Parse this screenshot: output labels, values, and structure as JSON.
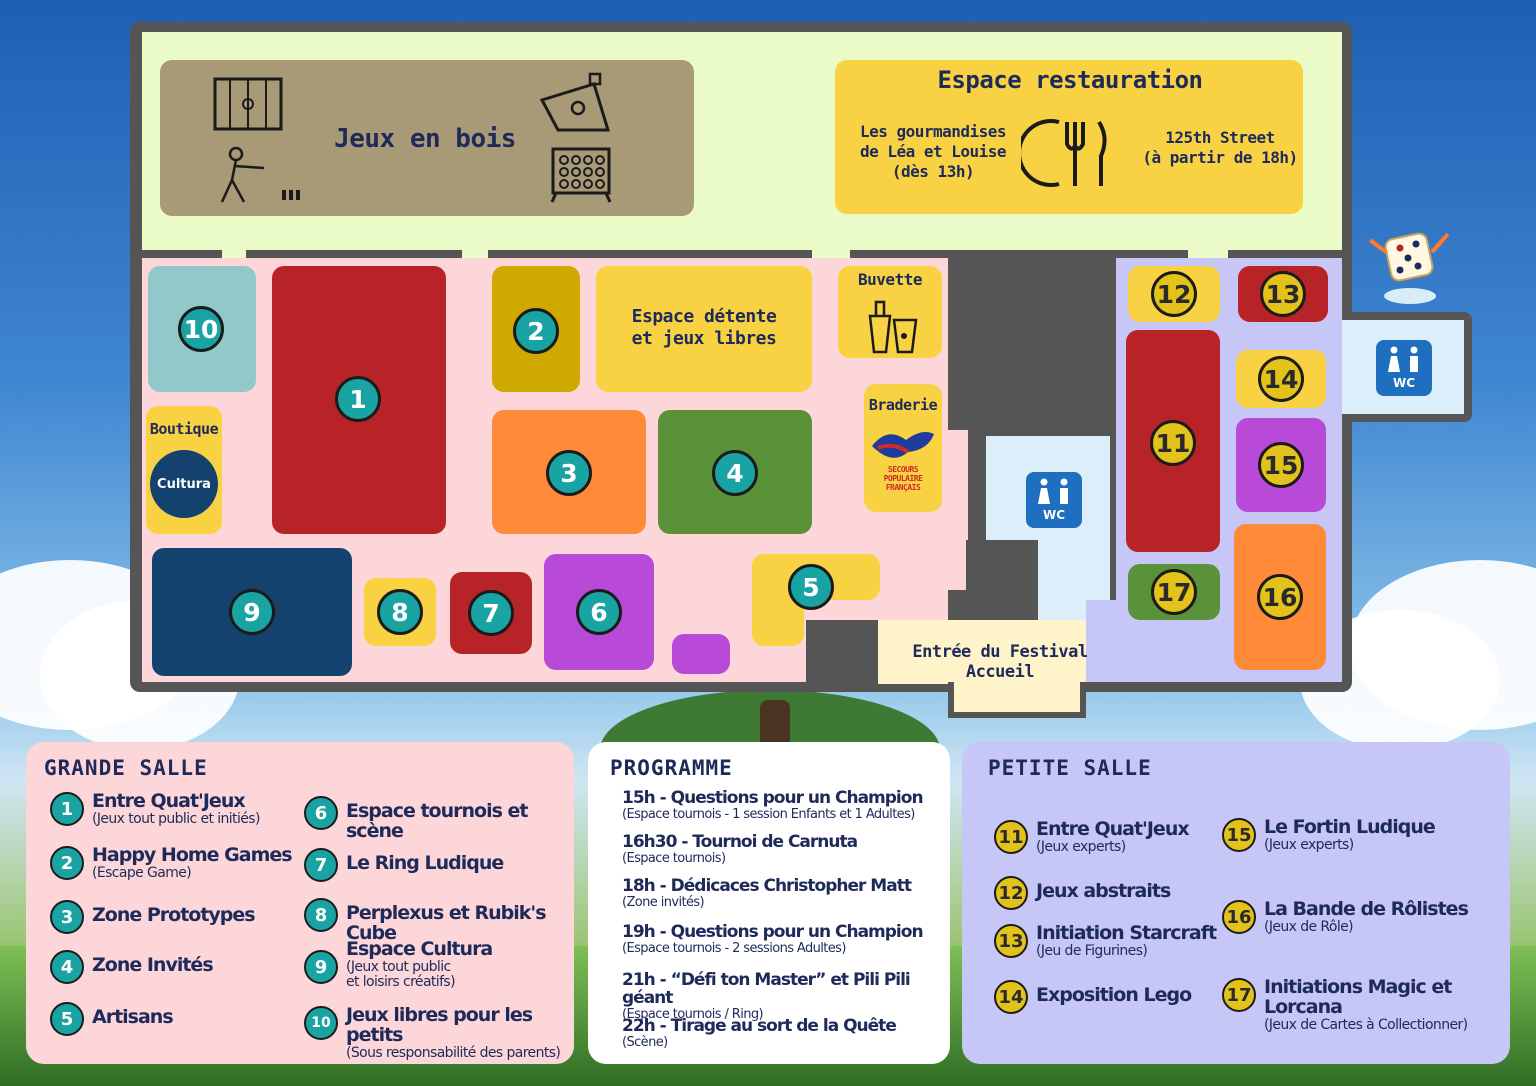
{
  "colors": {
    "red": "#b82327",
    "yellow": "#f8d243",
    "orange": "#ff8a3a",
    "green": "#5a923a",
    "purple": "#b94ad8",
    "navy": "#13426f",
    "mustard": "#cfa900",
    "teal_light": "#93c8cb",
    "wood": "#a89a76",
    "lime_bg": "#eafbc8",
    "pink_bg": "#fcd6d8",
    "lavender_bg": "#c6c6f7",
    "wc_blue": "#1f6fc0",
    "entrance": "#fff3c9",
    "badge_teal": "#1aa3a3",
    "badge_gold": "#e2c21b"
  },
  "map": {
    "wood_games": {
      "label": "Jeux en bois",
      "icons": [
        "foosball-icon",
        "cornhole-icon",
        "molkky-player-icon",
        "connect-four-icon"
      ]
    },
    "food": {
      "title": "Espace restauration",
      "left_vendor": [
        "Les gourmandises",
        "de Léa et Louise",
        "(dès 13h)"
      ],
      "right_vendor": [
        "125th Street",
        "(à partir de 18h)"
      ],
      "icon": "restaurant-plate-cutlery-icon"
    },
    "zones": {
      "z1": "1",
      "z2": "2",
      "z3": "3",
      "z4": "4",
      "z5": "5",
      "z6": "6",
      "z7": "7",
      "z8": "8",
      "z9": "9",
      "z10": "10",
      "z11": "11",
      "z12": "12",
      "z13": "13",
      "z14": "14",
      "z15": "15",
      "z16": "16",
      "z17": "17"
    },
    "relax": [
      "Espace détente",
      "et jeux libres"
    ],
    "buvette": {
      "label": "Buvette",
      "icon": "drinks-icon"
    },
    "braderie": {
      "label": "Braderie",
      "logo_text": [
        "SECOURS",
        "POPULAIRE",
        "FRANÇAIS"
      ]
    },
    "boutique": {
      "label": "Boutique",
      "logo_text": "Cultura"
    },
    "wc_label": "WC",
    "entrance": [
      "Entrée du Festival",
      "Accueil"
    ]
  },
  "grande_salle": {
    "title": "GRANDE SALLE",
    "items": [
      {
        "num": "1",
        "name": "Entre Quat'Jeux",
        "sub": "(Jeux tout public et initiés)"
      },
      {
        "num": "2",
        "name": "Happy Home Games",
        "sub": "(Escape Game)"
      },
      {
        "num": "3",
        "name": "Zone Prototypes",
        "sub": ""
      },
      {
        "num": "4",
        "name": "Zone Invités",
        "sub": ""
      },
      {
        "num": "5",
        "name": "Artisans",
        "sub": ""
      },
      {
        "num": "6",
        "name": "Espace tournois et scène",
        "sub": ""
      },
      {
        "num": "7",
        "name": "Le Ring Ludique",
        "sub": ""
      },
      {
        "num": "8",
        "name": "Perplexus et Rubik's Cube",
        "sub": ""
      },
      {
        "num": "9",
        "name": "Espace Cultura",
        "sub": "(Jeux tout public",
        "sub2": "et loisirs créatifs)"
      },
      {
        "num": "10",
        "name": "Jeux libres pour les petits",
        "sub": "(Sous responsabilité des parents)"
      }
    ]
  },
  "programme": {
    "title": "PROGRAMME",
    "items": [
      {
        "main": "15h - Questions pour un Champion",
        "sub": "(Espace tournois - 1 session Enfants et 1 Adultes)"
      },
      {
        "main": "16h30 - Tournoi de Carnuta",
        "sub": "(Espace tournois)"
      },
      {
        "main": "18h - Dédicaces Christopher Matt",
        "sub": "(Zone invités)"
      },
      {
        "main": "19h - Questions pour un Champion",
        "sub": "(Espace tournois - 2 sessions Adultes)"
      },
      {
        "main": "21h - “Défi ton Master” et Pili Pili géant",
        "sub": "(Espace tournois / Ring)"
      },
      {
        "main": "22h - Tirage au sort de la Quête",
        "sub": "(Scène)"
      }
    ]
  },
  "petite_salle": {
    "title": "PETITE SALLE",
    "items": [
      {
        "num": "11",
        "name": "Entre Quat'Jeux",
        "sub": "(Jeux experts)"
      },
      {
        "num": "12",
        "name": "Jeux abstraits",
        "sub": ""
      },
      {
        "num": "13",
        "name": "Initiation Starcraft",
        "sub": "(Jeu de Figurines)"
      },
      {
        "num": "14",
        "name": "Exposition Lego",
        "sub": ""
      },
      {
        "num": "15",
        "name": "Le Fortin Ludique",
        "sub": "(Jeux experts)"
      },
      {
        "num": "16",
        "name": "La Bande de Rôlistes",
        "sub": "(Jeux de Rôle)"
      },
      {
        "num": "17",
        "name": "Initiations Magic et Lorcana",
        "sub": "(Jeux de Cartes à Collectionner)"
      }
    ]
  }
}
